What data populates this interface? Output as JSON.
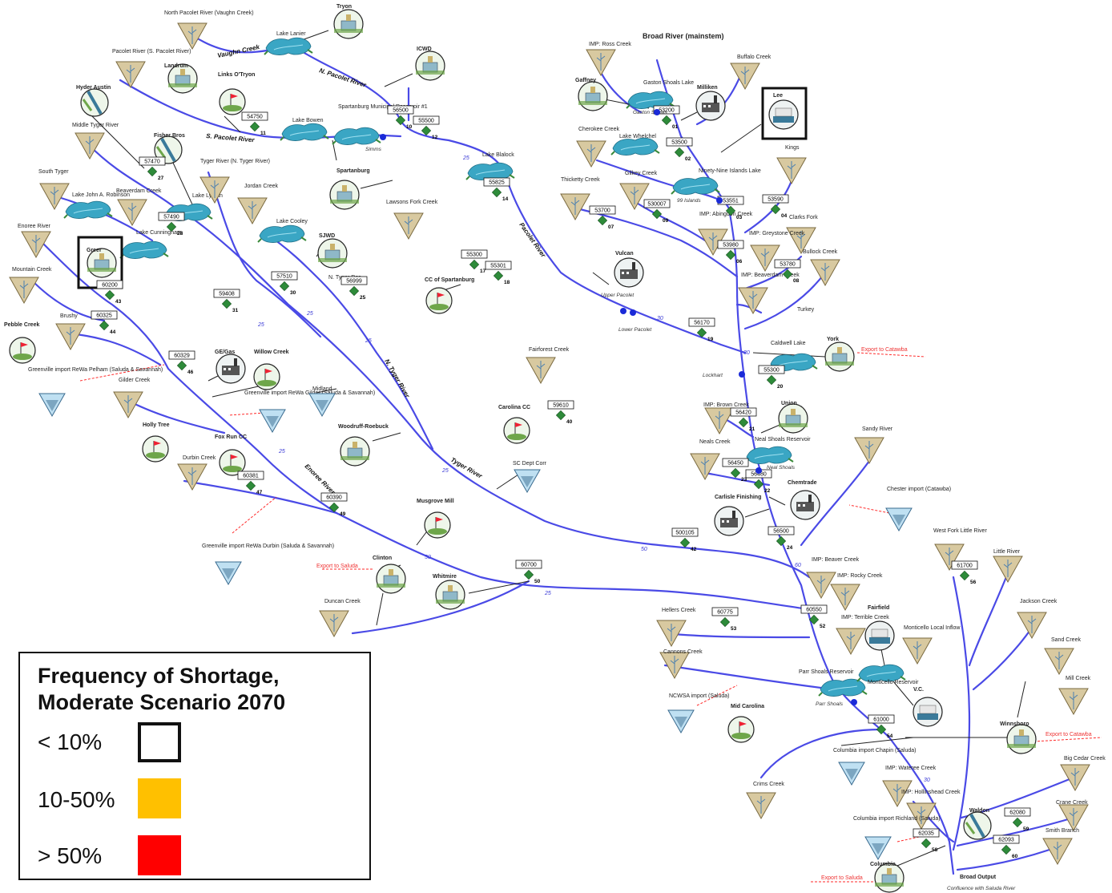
{
  "legend": {
    "title": "Frequency of Shortage,\nModerate Scenario 2070",
    "items": [
      {
        "label": "< 10%",
        "style": "outline",
        "color": "#111111"
      },
      {
        "label": "10-50%",
        "style": "fill",
        "color": "#FFC000"
      },
      {
        "label": "> 50%",
        "style": "fill",
        "color": "#FF0000"
      }
    ]
  },
  "colors": {
    "river": "#4a4ae6",
    "reservoir": "#3aa6c4",
    "node": "#2e8b3a",
    "export": "#ff2a2a"
  },
  "icons": {
    "headwater": "inverted-triangle-icon",
    "reservoir": "lake-icon",
    "water_supply": "water-tower-icon",
    "industry": "factory-icon",
    "golf": "golf-flag-icon",
    "power": "power-plant-icon",
    "irrigation": "irrigation-icon",
    "import": "import-triangle-icon"
  },
  "river_labels": [
    "Vaughn Creek",
    "N. Pacolet River",
    "S. Pacolet River",
    "Pacolet River",
    "N. Tyger River",
    "Tyger River",
    "Enoree River"
  ],
  "flow_labels": [
    "25",
    "25",
    "25",
    "25",
    "25",
    "25",
    "30",
    "30",
    "60",
    "50",
    "50",
    "25",
    "30",
    "25"
  ],
  "nodes": [
    {
      "id": "56500",
      "num": "10"
    },
    {
      "id": "55500",
      "num": "12"
    },
    {
      "id": "54750",
      "num": "11"
    },
    {
      "id": "57470",
      "num": "27"
    },
    {
      "id": "57490",
      "num": "28"
    },
    {
      "id": "55825",
      "num": "14"
    },
    {
      "id": "60200",
      "num": "43"
    },
    {
      "id": "60325",
      "num": "44"
    },
    {
      "id": "59408",
      "num": "31"
    },
    {
      "id": "57510",
      "num": "30"
    },
    {
      "id": "56999",
      "num": "25"
    },
    {
      "id": "55300",
      "num": "17"
    },
    {
      "id": "55301",
      "num": "18"
    },
    {
      "id": "60329",
      "num": "46"
    },
    {
      "id": "60381",
      "num": "47"
    },
    {
      "id": "60390",
      "num": "49"
    },
    {
      "id": "59610",
      "num": "40"
    },
    {
      "id": "60700",
      "num": "50"
    },
    {
      "id": "56170",
      "num": "19"
    },
    {
      "id": "500105",
      "num": "42"
    },
    {
      "id": "53200",
      "num": "01"
    },
    {
      "id": "53500",
      "num": "02"
    },
    {
      "id": "53700",
      "num": "07"
    },
    {
      "id": "530007",
      "num": "09"
    },
    {
      "id": "53551",
      "num": "03"
    },
    {
      "id": "53590",
      "num": "04"
    },
    {
      "id": "53980",
      "num": "06"
    },
    {
      "id": "53780",
      "num": "08"
    },
    {
      "id": "55300",
      "num": "20"
    },
    {
      "id": "56420",
      "num": "21"
    },
    {
      "id": "56450",
      "num": "23"
    },
    {
      "id": "56480",
      "num": "22"
    },
    {
      "id": "56500",
      "num": "24"
    },
    {
      "id": "61700",
      "num": "56"
    },
    {
      "id": "60775",
      "num": "53"
    },
    {
      "id": "60550",
      "num": "52"
    },
    {
      "id": "61000",
      "num": "54"
    },
    {
      "id": "62080",
      "num": "59"
    },
    {
      "id": "62035",
      "num": "58"
    },
    {
      "id": "62093",
      "num": "60"
    }
  ],
  "headwaters": [
    "North Pacolet River (Vaughn Creek)",
    "Pacolet River (S. Pacolet River)",
    "Middle Tyger River",
    "South Tyger",
    "Beaverdam Creek",
    "Tyger River (N. Tyger River)",
    "Jordan Creek",
    "Enoree River",
    "Mountain Creek",
    "Brushy",
    "Gilder Creek",
    "Durbin Creek",
    "Lawsons Fork Creek",
    "Fairforest Creek",
    "Duncan Creek",
    "IMP: Ross Creek",
    "Buffalo Creek",
    "Cherokee Creek",
    "Thicketty Creek",
    "Gilkey Creek",
    "Kings",
    "Clarks Fork",
    "Bullock Creek",
    "IMP: Abingdon Creek",
    "IMP: Greystone Creek",
    "IMP: Beaverdam Creek",
    "Turkey",
    "IMP: Brown Creek",
    "Neals Creek",
    "Sandy River",
    "Hellers Creek",
    "Cannons Creek",
    "IMP: Beaver Creek",
    "IMP: Rocky Creek",
    "IMP: Terrible Creek",
    "Monticello Local Inflow",
    "West Fork Little River",
    "Little River",
    "Jackson Creek",
    "Sand Creek",
    "Mill Creek",
    "Big Cedar Creek",
    "Crane Creek",
    "Smith Branch",
    "Crims Creek",
    "IMP: Wateree Creek",
    "IMP: Hollinshead Creek"
  ],
  "reservoirs": [
    "Lake Lanier",
    "Lake Bowen",
    "Spartanburg Municipal Reservoir #1",
    "Lake John A. Robinson",
    "Lake Lyman",
    "Lake Cooley",
    "Lake Cunningham",
    "Lake Blalock",
    "Gaston Shoals Lake",
    "Lake Whelchel",
    "Ninety-Nine Islands Lake",
    "Caldwell Lake",
    "Neal Shoals Reservoir",
    "Parr Shoals Reservoir",
    "Monticello Reservoir",
    "N. Tyger Res"
  ],
  "users": [
    {
      "type": "WS",
      "name": "Tryon"
    },
    {
      "type": "WS",
      "name": "ICWD"
    },
    {
      "type": "WS",
      "name": "Landrum"
    },
    {
      "type": "GC",
      "name": "Links O'Tryon"
    },
    {
      "type": "IR",
      "name": "Hyder Austin"
    },
    {
      "type": "IR",
      "name": "Fisher Bros"
    },
    {
      "type": "WS",
      "name": "Spartanburg"
    },
    {
      "type": "WS",
      "name": "SJWD"
    },
    {
      "type": "WS",
      "name": "Greer"
    },
    {
      "type": "GC",
      "name": "Pebble Creek"
    },
    {
      "type": "IN",
      "name": "GE/Gas"
    },
    {
      "type": "GC",
      "name": "Willow Creek"
    },
    {
      "type": "GC",
      "name": "Holly Tree"
    },
    {
      "type": "GC",
      "name": "Fox Run CC"
    },
    {
      "type": "GC",
      "name": "CC of Spartanburg"
    },
    {
      "type": "IN",
      "name": "Vulcan"
    },
    {
      "type": "GC",
      "name": "Carolina CC"
    },
    {
      "type": "WS",
      "name": "Woodruff-Roebuck"
    },
    {
      "type": "GC",
      "name": "Musgrove Mill"
    },
    {
      "type": "WS",
      "name": "Clinton"
    },
    {
      "type": "WS",
      "name": "Whitmire"
    },
    {
      "type": "WS",
      "name": "Gaffney"
    },
    {
      "type": "IN",
      "name": "Milliken"
    },
    {
      "type": "PN",
      "name": "Lee"
    },
    {
      "type": "WS",
      "name": "York"
    },
    {
      "type": "WS",
      "name": "Union"
    },
    {
      "type": "IN",
      "name": "Chemtrade"
    },
    {
      "type": "IN",
      "name": "Carlisle Finishing"
    },
    {
      "type": "PH",
      "name": "Fairfield"
    },
    {
      "type": "PN",
      "name": "V.C."
    },
    {
      "type": "GC",
      "name": "Mid Carolina"
    },
    {
      "type": "WS",
      "name": "Winnsboro"
    },
    {
      "type": "IR",
      "name": "Waldon"
    },
    {
      "type": "WS",
      "name": "Columbia"
    }
  ],
  "other_labels": {
    "sc_dept_corr": "SC Dept Corr",
    "midland": "Midland",
    "gaston_shoals": "Gaston Shoals",
    "simms": "Simms",
    "ninety_nine": "99 Islands",
    "upper_pacolet": "Upper Pacolet",
    "lower_pacolet": "Lower Pacolet",
    "lockhart": "Lockhart",
    "neal_shoals": "Neal Shoals",
    "parr_shoals": "Parr Shoals",
    "broad_river": "Broad River (mainstem)",
    "broad_output": "Broad Output",
    "confluence": "Confluence with Saluda River",
    "imports": [
      "Greenville import ReWa Pelham (Saluda & Savannah)",
      "Greenville import ReWa Gilder (Saluda & Savannah)",
      "Greenville import ReWa Durbin (Saluda & Savannah)",
      "Chester import (Catawba)",
      "NCWSA import (Saluda)",
      "Columbia import Chapin (Saluda)",
      "Columbia import Richland (Saluda)"
    ],
    "exports": [
      "Export to Saluda",
      "Export to Catawba",
      "Export to Catawba",
      "Export to Saluda"
    ]
  }
}
